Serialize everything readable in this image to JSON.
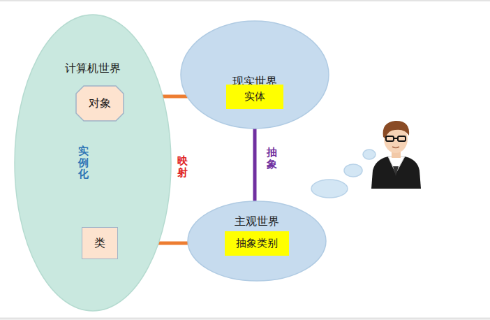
{
  "diagram": {
    "nodes": [
      {
        "text": [
          "计算机世界"
        ]
      },
      {
        "text": [
          "对象"
        ],
        "in": 0
      },
      {
        "text": [
          "类"
        ],
        "in": 0
      },
      {
        "text": [
          "现实世界"
        ]
      },
      {
        "text": [
          "实体"
        ],
        "in": 3
      },
      {
        "text": [
          "主观世界"
        ]
      },
      {
        "text": [
          "抽象类别"
        ],
        "in": 5
      }
    ],
    "edges": [
      {
        "from": 4,
        "to": 1,
        "arrow": "to"
      },
      {
        "from": 6,
        "to": 2,
        "arrow": "to"
      },
      {
        "from": 2,
        "to": 1,
        "label": "实例化",
        "arrow": "to"
      },
      {
        "from": 4,
        "to": 6,
        "label": "抽象",
        "arrow": "to"
      }
    ],
    "labels": [
      "映射"
    ]
  }
}
